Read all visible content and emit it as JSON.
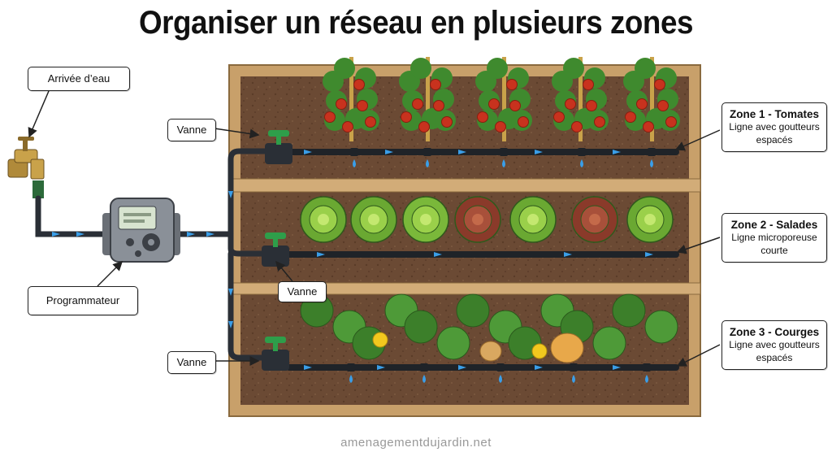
{
  "title": "Organiser un réseau en plusieurs zones",
  "labels": {
    "water_inlet": "Arrivée d’eau",
    "controller": "Programmateur",
    "valve": "Vanne"
  },
  "zones": [
    {
      "name": "Zone 1 - Tomates",
      "line": "Ligne avec goutteurs",
      "line2": "espacés",
      "color": "#c8321e"
    },
    {
      "name": "Zone 2 - Salades",
      "line": "Ligne microporeuse",
      "line2": "courte",
      "color": "#6aa832"
    },
    {
      "name": "Zone 3 - Courges",
      "line": "Ligne avec goutteurs",
      "line2": "espacés",
      "color": "#e8a84a"
    }
  ],
  "credit": "amenagementdujardin.net",
  "colors": {
    "pipe": "#2a2f36",
    "flow": "#3a9ee8",
    "wood": "#c8a06a",
    "soil": "#6b4a34",
    "valve": "#2e9e4a"
  }
}
